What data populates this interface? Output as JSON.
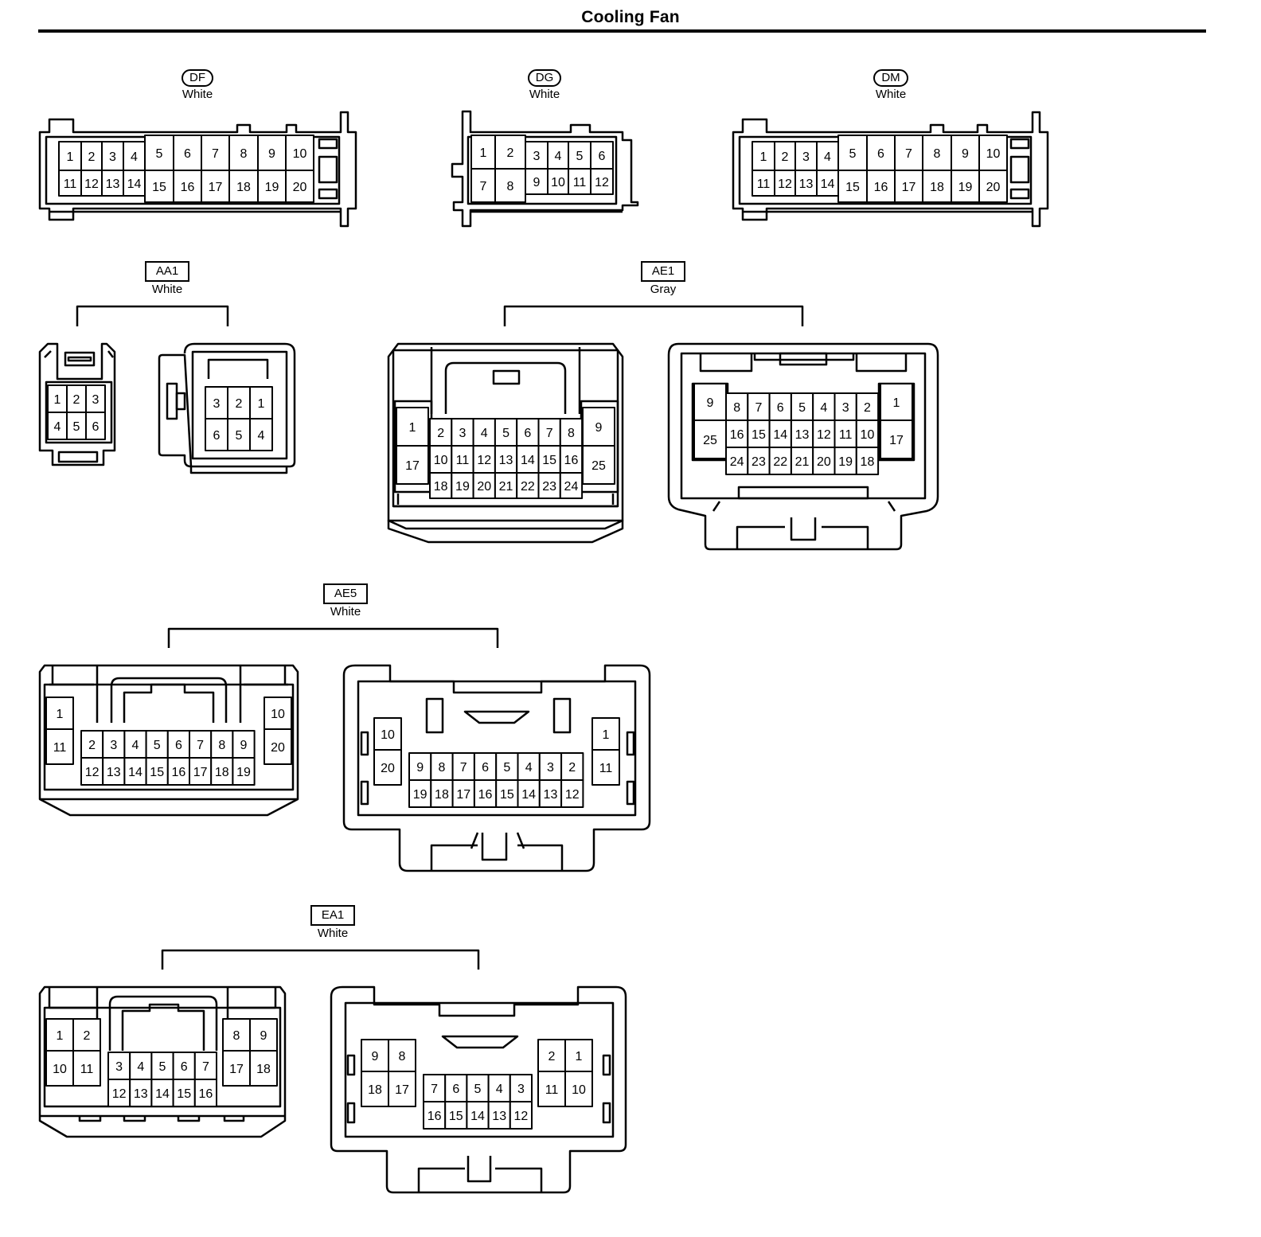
{
  "title": "Cooling Fan",
  "connectors": {
    "df": {
      "code": "DF",
      "color": "White"
    },
    "dg": {
      "code": "DG",
      "color": "White"
    },
    "dm": {
      "code": "DM",
      "color": "White"
    },
    "aa1": {
      "code": "AA1",
      "color": "White"
    },
    "ae1": {
      "code": "AE1",
      "color": "Gray"
    },
    "ae5": {
      "code": "AE5",
      "color": "White"
    },
    "ea1": {
      "code": "EA1",
      "color": "White"
    }
  },
  "pins": {
    "df": {
      "top": [
        "1",
        "2",
        "3",
        "4",
        "5",
        "6",
        "7",
        "8",
        "9",
        "10"
      ],
      "bottom": [
        "11",
        "12",
        "13",
        "14",
        "15",
        "16",
        "17",
        "18",
        "19",
        "20"
      ]
    },
    "dg": {
      "top": [
        "1",
        "2",
        "3",
        "4",
        "5",
        "6"
      ],
      "bottom": [
        "7",
        "8",
        "9",
        "10",
        "11",
        "12"
      ]
    },
    "dm": {
      "top": [
        "1",
        "2",
        "3",
        "4",
        "5",
        "6",
        "7",
        "8",
        "9",
        "10"
      ],
      "bottom": [
        "11",
        "12",
        "13",
        "14",
        "15",
        "16",
        "17",
        "18",
        "19",
        "20"
      ]
    },
    "aa1_male": {
      "top": [
        "1",
        "2",
        "3"
      ],
      "bottom": [
        "4",
        "5",
        "6"
      ]
    },
    "aa1_female": {
      "top": [
        "3",
        "2",
        "1"
      ],
      "bottom": [
        "6",
        "5",
        "4"
      ]
    },
    "ae1_female": {
      "left": [
        "1",
        "17"
      ],
      "top": [
        "2",
        "3",
        "4",
        "5",
        "6",
        "7",
        "8"
      ],
      "mid": [
        "10",
        "11",
        "12",
        "13",
        "14",
        "15",
        "16"
      ],
      "bot": [
        "18",
        "19",
        "20",
        "21",
        "22",
        "23",
        "24"
      ],
      "right": [
        "9",
        "25"
      ]
    },
    "ae1_male": {
      "left": [
        "9",
        "25"
      ],
      "top": [
        "8",
        "7",
        "6",
        "5",
        "4",
        "3",
        "2"
      ],
      "mid": [
        "16",
        "15",
        "14",
        "13",
        "12",
        "11",
        "10"
      ],
      "bot": [
        "24",
        "23",
        "22",
        "21",
        "20",
        "19",
        "18"
      ],
      "right": [
        "1",
        "17"
      ]
    },
    "ae5_female": {
      "left": [
        "1",
        "11"
      ],
      "top": [
        "2",
        "3",
        "4",
        "5",
        "6",
        "7",
        "8",
        "9"
      ],
      "bot": [
        "12",
        "13",
        "14",
        "15",
        "16",
        "17",
        "18",
        "19"
      ],
      "right": [
        "10",
        "20"
      ]
    },
    "ae5_male": {
      "left": [
        "10",
        "20"
      ],
      "top": [
        "9",
        "8",
        "7",
        "6",
        "5",
        "4",
        "3",
        "2"
      ],
      "bot": [
        "19",
        "18",
        "17",
        "16",
        "15",
        "14",
        "13",
        "12"
      ],
      "right": [
        "1",
        "11"
      ]
    },
    "ea1_female": {
      "left": [
        "1",
        "2",
        "10",
        "11"
      ],
      "top": [
        "3",
        "4",
        "5",
        "6",
        "7"
      ],
      "bot": [
        "12",
        "13",
        "14",
        "15",
        "16"
      ],
      "right": [
        "8",
        "9",
        "17",
        "18"
      ]
    },
    "ea1_male": {
      "left": [
        "9",
        "8",
        "18",
        "17"
      ],
      "top": [
        "7",
        "6",
        "5",
        "4",
        "3"
      ],
      "bot": [
        "16",
        "15",
        "14",
        "13",
        "12"
      ],
      "right": [
        "2",
        "1",
        "11",
        "10"
      ]
    }
  }
}
